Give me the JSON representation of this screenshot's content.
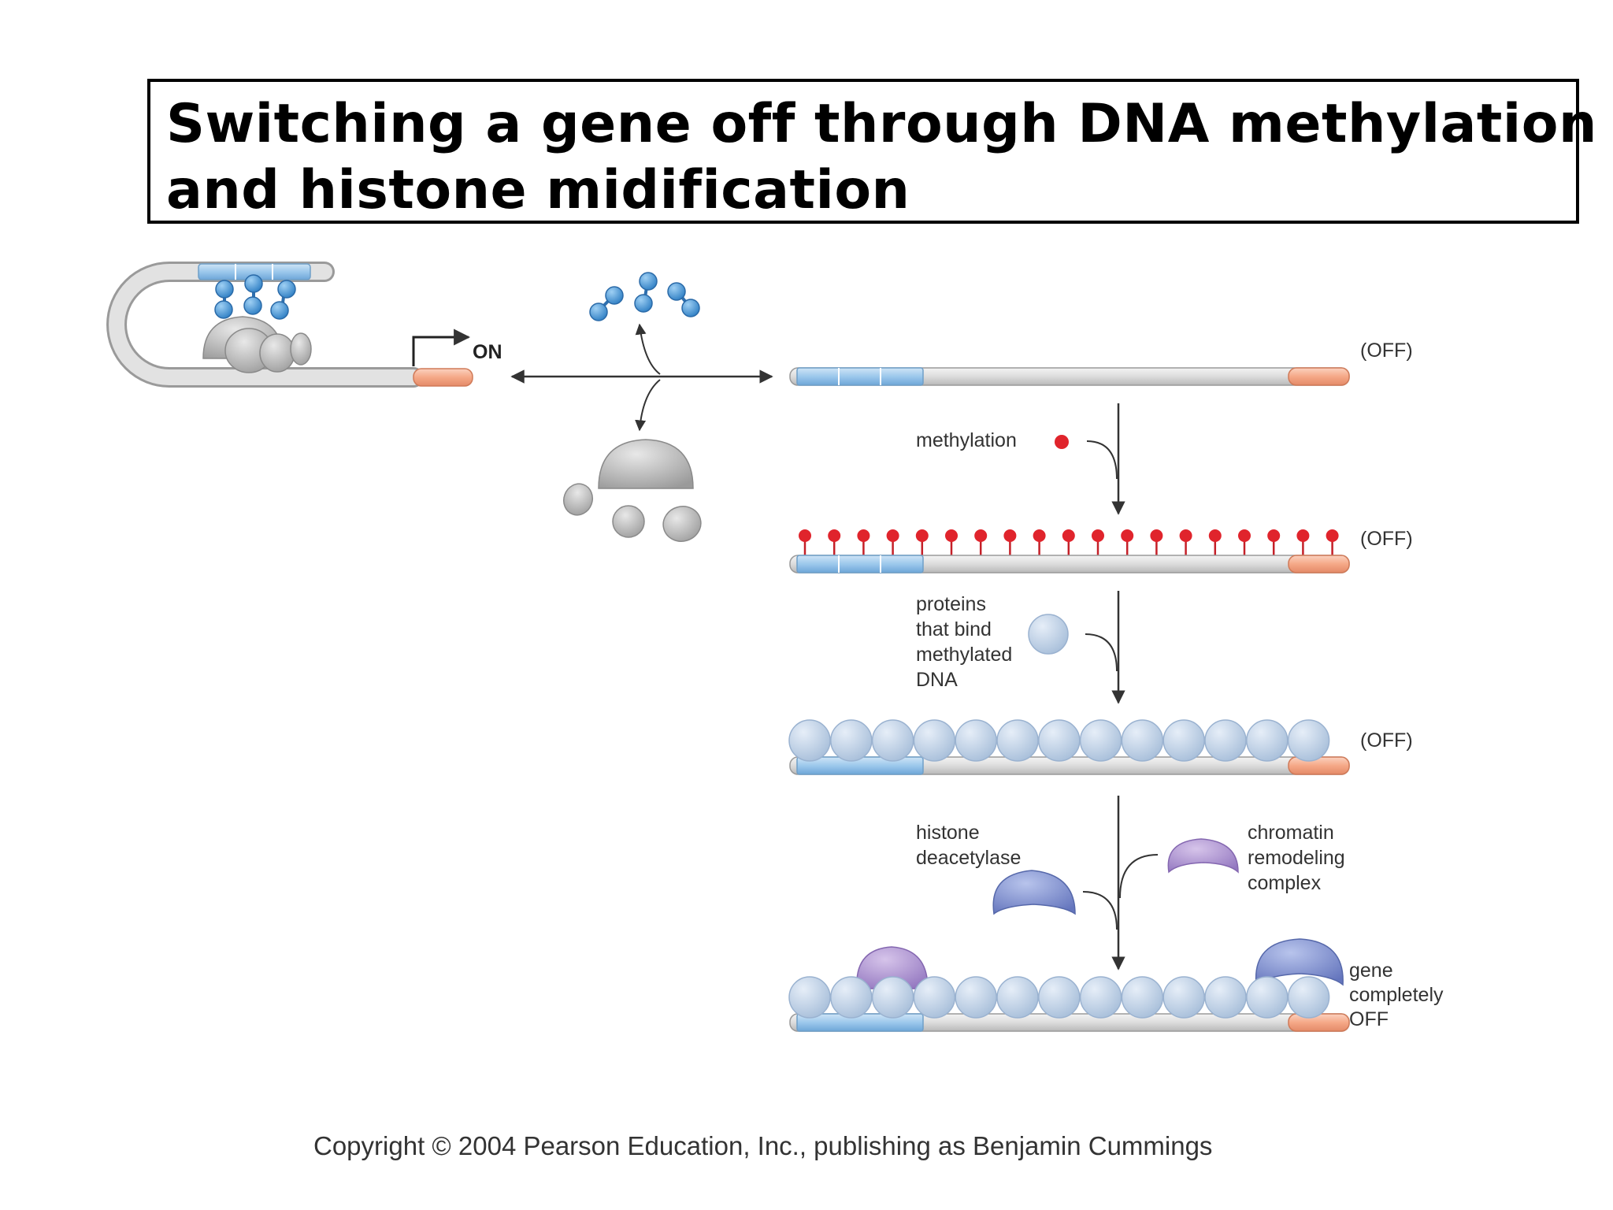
{
  "title": {
    "line1": "Switching a gene off through DNA methylation",
    "line2": "and histone midification"
  },
  "labels": {
    "on": "ON",
    "off_1": "(OFF)",
    "off_2": "(OFF)",
    "off_3": "(OFF)",
    "methylation": "methylation",
    "proteins_bind": [
      "proteins",
      "that bind",
      "methylated",
      "DNA"
    ],
    "histone_deacetylase": [
      "histone",
      "deacetylase"
    ],
    "chromatin_remodeling": [
      "chromatin",
      "remodeling",
      "complex"
    ],
    "gene_off": [
      "gene",
      "completely",
      "OFF"
    ]
  },
  "copyright": "Copyright © 2004 Pearson Education, Inc., publishing as Benjamin Cummings",
  "colors": {
    "dna_gray": "#d6d6d6",
    "regulatory_blue": "#8fc0e8",
    "promoter_salmon": "#f4a585",
    "methyl_red": "#e0242c",
    "mbd_protein": "#bcd0e6",
    "transcription_factor": "#4d96d6",
    "histone_deacetylase": "#7e8fcc",
    "chromatin_remodeler": "#a98ccc",
    "polymerase_gray": "#b8b8b8"
  }
}
